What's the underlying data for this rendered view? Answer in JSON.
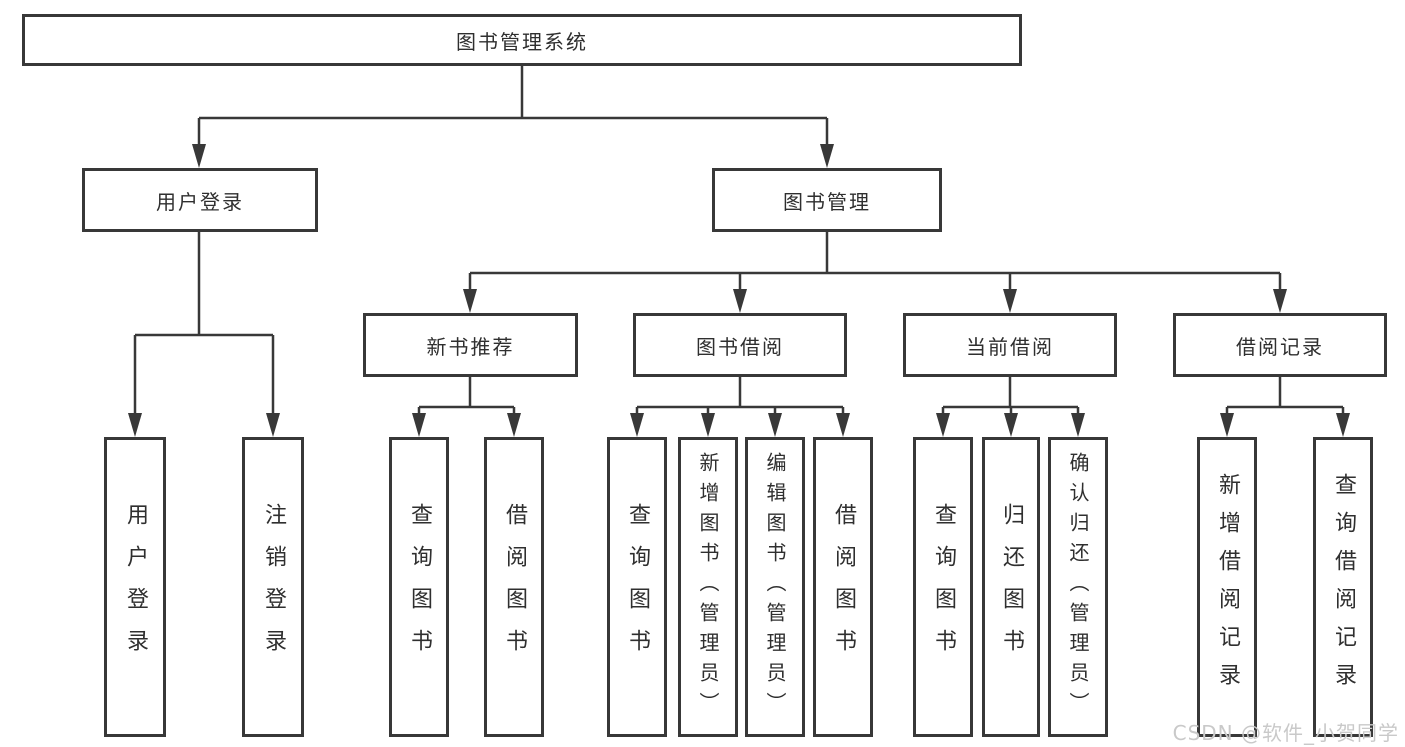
{
  "diagram_type": "hierarchy-tree",
  "title": "图书管理系统",
  "nodes": {
    "root": "图书管理系统",
    "user_login": "用户登录",
    "book_mgmt": "图书管理",
    "new_book_rec": "新书推荐",
    "book_borrow": "图书借阅",
    "current_borrow": "当前借阅",
    "borrow_records": "借阅记录",
    "user_login_leaf": "用户登录",
    "logout_leaf": "注销登录",
    "nb_query_book": "查询图书",
    "nb_borrow_book": "借阅图书",
    "bb_query_book": "查询图书",
    "bb_add_book": "新增图书（管理员）",
    "bb_edit_book": "编辑图书（管理员）",
    "bb_borrow_book": "借阅图书",
    "cb_query_book": "查询图书",
    "cb_return_book": "归还图书",
    "cb_confirm_return": "确认归还（管理员）",
    "br_add_record": "新增借阅记录",
    "br_query_record": "查询借阅记录"
  },
  "edges": [
    [
      "root",
      "user_login"
    ],
    [
      "root",
      "book_mgmt"
    ],
    [
      "user_login",
      "user_login_leaf"
    ],
    [
      "user_login",
      "logout_leaf"
    ],
    [
      "book_mgmt",
      "new_book_rec"
    ],
    [
      "book_mgmt",
      "book_borrow"
    ],
    [
      "book_mgmt",
      "current_borrow"
    ],
    [
      "book_mgmt",
      "borrow_records"
    ],
    [
      "new_book_rec",
      "nb_query_book"
    ],
    [
      "new_book_rec",
      "nb_borrow_book"
    ],
    [
      "book_borrow",
      "bb_query_book"
    ],
    [
      "book_borrow",
      "bb_add_book"
    ],
    [
      "book_borrow",
      "bb_edit_book"
    ],
    [
      "book_borrow",
      "bb_borrow_book"
    ],
    [
      "current_borrow",
      "cb_query_book"
    ],
    [
      "current_borrow",
      "cb_return_book"
    ],
    [
      "current_borrow",
      "cb_confirm_return"
    ],
    [
      "borrow_records",
      "br_add_record"
    ],
    [
      "borrow_records",
      "br_query_record"
    ]
  ],
  "watermark": "CSDN @软件_小贺同学",
  "colors": {
    "line": "#383838",
    "text": "#2f2f2f",
    "watermark_text": "#c9c9c9",
    "background": "#ffffff"
  }
}
